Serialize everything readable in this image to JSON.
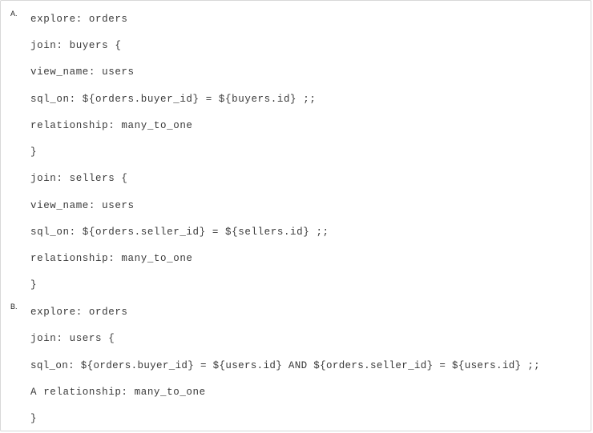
{
  "options": [
    {
      "marker": "A.",
      "lines": [
        "explore: orders",
        "join: buyers {",
        "view_name: users",
        "sql_on: ${orders.buyer_id} = ${buyers.id} ;;",
        "relationship: many_to_one",
        "}",
        "join: sellers {",
        "view_name: users",
        "sql_on: ${orders.seller_id} = ${sellers.id} ;;",
        "relationship: many_to_one",
        "}"
      ]
    },
    {
      "marker": "B.",
      "lines": [
        "explore: orders",
        "join: users {",
        "sql_on: ${orders.buyer_id} = ${users.id} AND ${orders.seller_id} = ${users.id} ;;",
        "A relationship: many_to_one",
        "}"
      ]
    }
  ]
}
